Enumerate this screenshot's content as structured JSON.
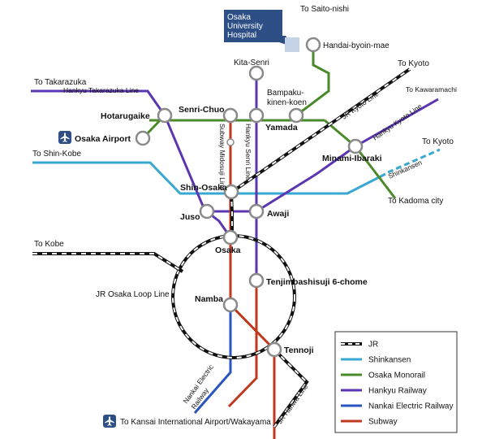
{
  "callout": {
    "line1": "Osaka",
    "line2": "University",
    "line3": "Hospital"
  },
  "destinations": {
    "saito_nishi": "To Saito-nishi",
    "kyoto_upper": "To Kyoto",
    "kawaramachi": "To Kawaramachi",
    "kyoto_lower": "To Kyoto",
    "kadoma": "To Kadoma city",
    "takarazuka": "To Takarazuka",
    "shin_kobe": "To Shin-Kobe",
    "kobe": "To Kobe",
    "kansai": "To Kansai International Airport/Wakayama"
  },
  "line_names": {
    "hankyu_takarazuka": "Hankyu Takarazuka Line",
    "jr_kyoto": "JR Kyoto Line",
    "hankyu_kyoto": "Hankyu Kyoto Line",
    "shinkansen": "Shinkansen",
    "subway_midosuji": "Subway Midosuji Line",
    "hankyu_senri": "Hankyu Senri Line",
    "jr_loop": "JR  Osaka Loop Line",
    "nankai_1": "Nankai Electric",
    "nankai_2": "Railway",
    "jr_hanwa": "JR Hanwa Line"
  },
  "stations": {
    "handai": "Handai-byoin-mae",
    "kita_senri": "Kita-Senri",
    "bampaku_1": "Bampaku-",
    "bampaku_2": "kinen-koen",
    "hotarugaike": "Hotarugaike",
    "senri_chuo": "Senri-Chuo",
    "yamada": "Yamada",
    "osaka_airport": "Osaka Airport",
    "minami_ibaraki": "Minami-Ibaraki",
    "shin_osaka": "Shin-Osaka",
    "juso": "Juso",
    "awaji": "Awaji",
    "osaka": "Osaka",
    "tenjimbashisuji": "Tenjimbashisuji 6-chome",
    "namba": "Namba",
    "tennoji": "Tennoji"
  },
  "legend": [
    {
      "label": "JR",
      "color": "#111111",
      "style": "jr"
    },
    {
      "label": "Shinkansen",
      "color": "#38a8d0",
      "style": "solid"
    },
    {
      "label": "Osaka Monorail",
      "color": "#4a8a2a",
      "style": "solid"
    },
    {
      "label": "Hankyu Railway",
      "color": "#5b36b0",
      "style": "solid"
    },
    {
      "label": "Nankai Electric Railway",
      "color": "#2a55c0",
      "style": "solid"
    },
    {
      "label": "Subway",
      "color": "#c0381f",
      "style": "solid"
    }
  ],
  "icons": {
    "airport": "airplane-icon"
  }
}
